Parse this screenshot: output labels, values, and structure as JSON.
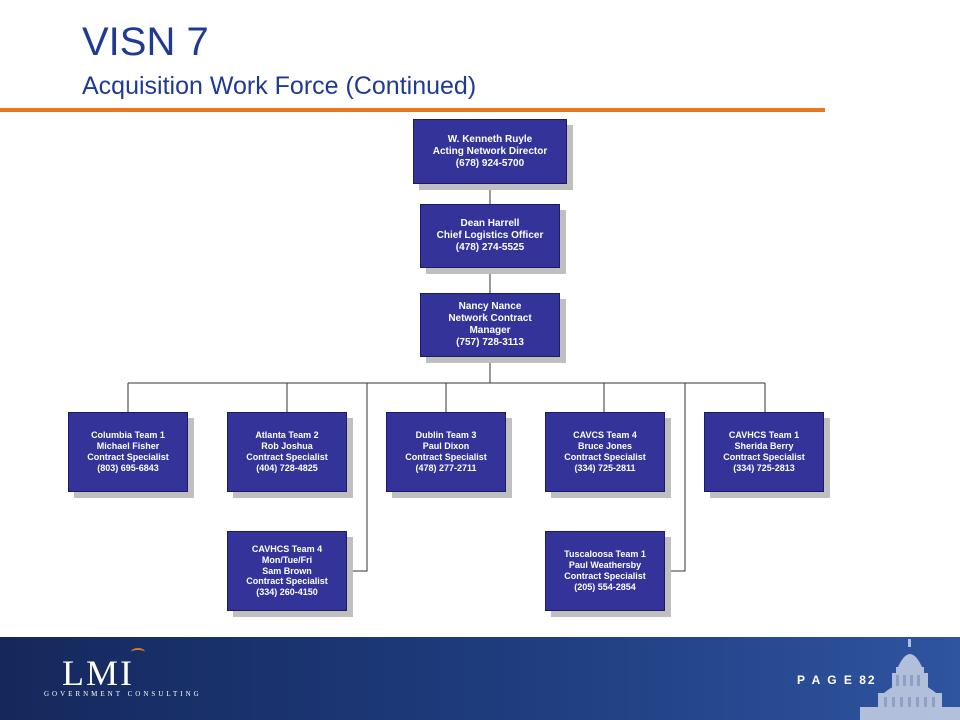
{
  "header": {
    "title": "VISN 7",
    "subtitle": "Acquisition Work Force (Continued)"
  },
  "org": {
    "director": [
      "W. Kenneth Ruyle",
      "Acting Network Director",
      "(678) 924-5700"
    ],
    "logistics": [
      "Dean Harrell",
      "Chief Logistics Officer",
      "(478) 274-5525"
    ],
    "manager": [
      "Nancy Nance",
      "Network Contract",
      "Manager",
      "(757) 728-3113"
    ],
    "team_columbia": [
      "Columbia Team 1",
      "Michael Fisher",
      "Contract Specialist",
      "(803) 695-6843"
    ],
    "team_atlanta": [
      "Atlanta Team 2",
      "Rob Joshua",
      "Contract Specialist",
      "(404) 728-4825"
    ],
    "team_dublin": [
      "Dublin Team 3",
      "Paul Dixon",
      "Contract Specialist",
      "(478) 277-2711"
    ],
    "team_cavcs": [
      "CAVCS Team 4",
      "Bruce Jones",
      "Contract Specialist",
      "(334) 725-2811"
    ],
    "team_cavhcs1": [
      "CAVHCS Team 1",
      "Sherida Berry",
      "Contract Specialist",
      "(334) 725-2813"
    ],
    "team_cavhcs4": [
      "CAVHCS Team 4",
      "Mon/Tue/Fri",
      "Sam Brown",
      "Contract Specialist",
      "(334) 260-4150"
    ],
    "team_tuscaloosa": [
      "Tuscaloosa Team 1",
      "Paul Weathersby",
      "Contract Specialist",
      "(205) 554-2854"
    ]
  },
  "footer": {
    "logo_text": "LMI",
    "logo_subtext": "GOVERNMENT CONSULTING",
    "page_label": "P A G E  82"
  },
  "colors": {
    "title": "#1f3a93",
    "rule": "#e87722",
    "box": "#333399",
    "footer": "#1f3d7f"
  }
}
